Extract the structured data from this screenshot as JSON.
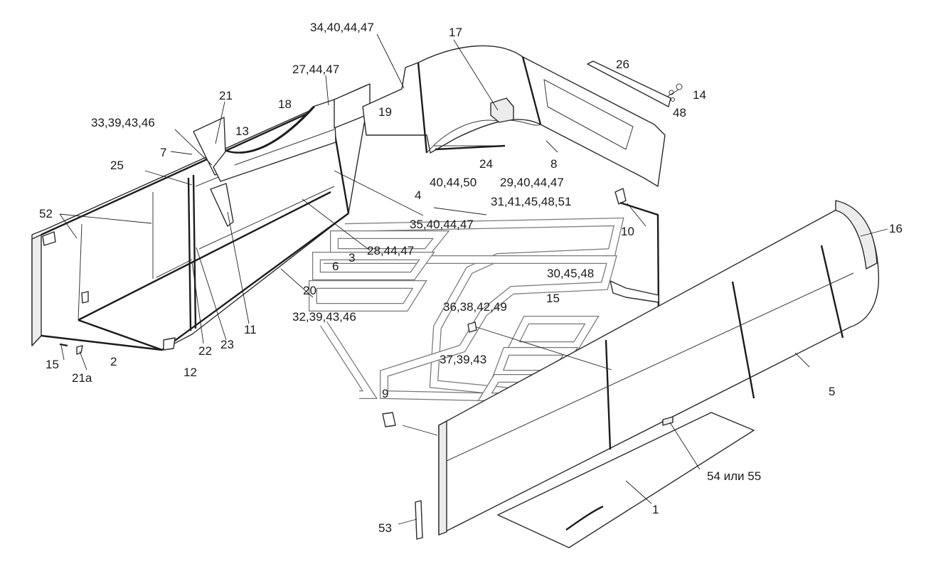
{
  "callouts": {
    "c_34_40_44_47": "34,40,44,47",
    "c_17": "17",
    "c_27_44_47": "27,44,47",
    "c_26": "26",
    "c_14": "14",
    "c_48": "48",
    "c_21": "21",
    "c_18": "18",
    "c_19": "19",
    "c_33_39_43_46": "33,39,43,46",
    "c_13": "13",
    "c_7": "7",
    "c_25": "25",
    "c_24": "24",
    "c_8": "8",
    "c_40_44_50": "40,44,50",
    "c_29_40_44_47": "29,40,44,47",
    "c_4": "4",
    "c_31_41_45_48_51": "31,41,45,48,51",
    "c_52": "52",
    "c_35_40_44_47": "35,40,44,47",
    "c_10": "10",
    "c_16": "16",
    "c_3": "3",
    "c_28_44_47": "28,44,47",
    "c_6": "6",
    "c_30_45_48": "30,45,48",
    "c_20": "20",
    "c_36_38_42_49": "36,38,42,49",
    "c_15_center": "15",
    "c_32_39_43_46": "32,39,43,46",
    "c_11": "11",
    "c_23": "23",
    "c_22": "22",
    "c_15_left": "15",
    "c_2": "2",
    "c_12": "12",
    "c_21a": "21а",
    "c_37_39_43": "37,39,43",
    "c_5": "5",
    "c_9": "9",
    "c_54_55": "54 или 55",
    "c_1": "1",
    "c_53": "53"
  }
}
